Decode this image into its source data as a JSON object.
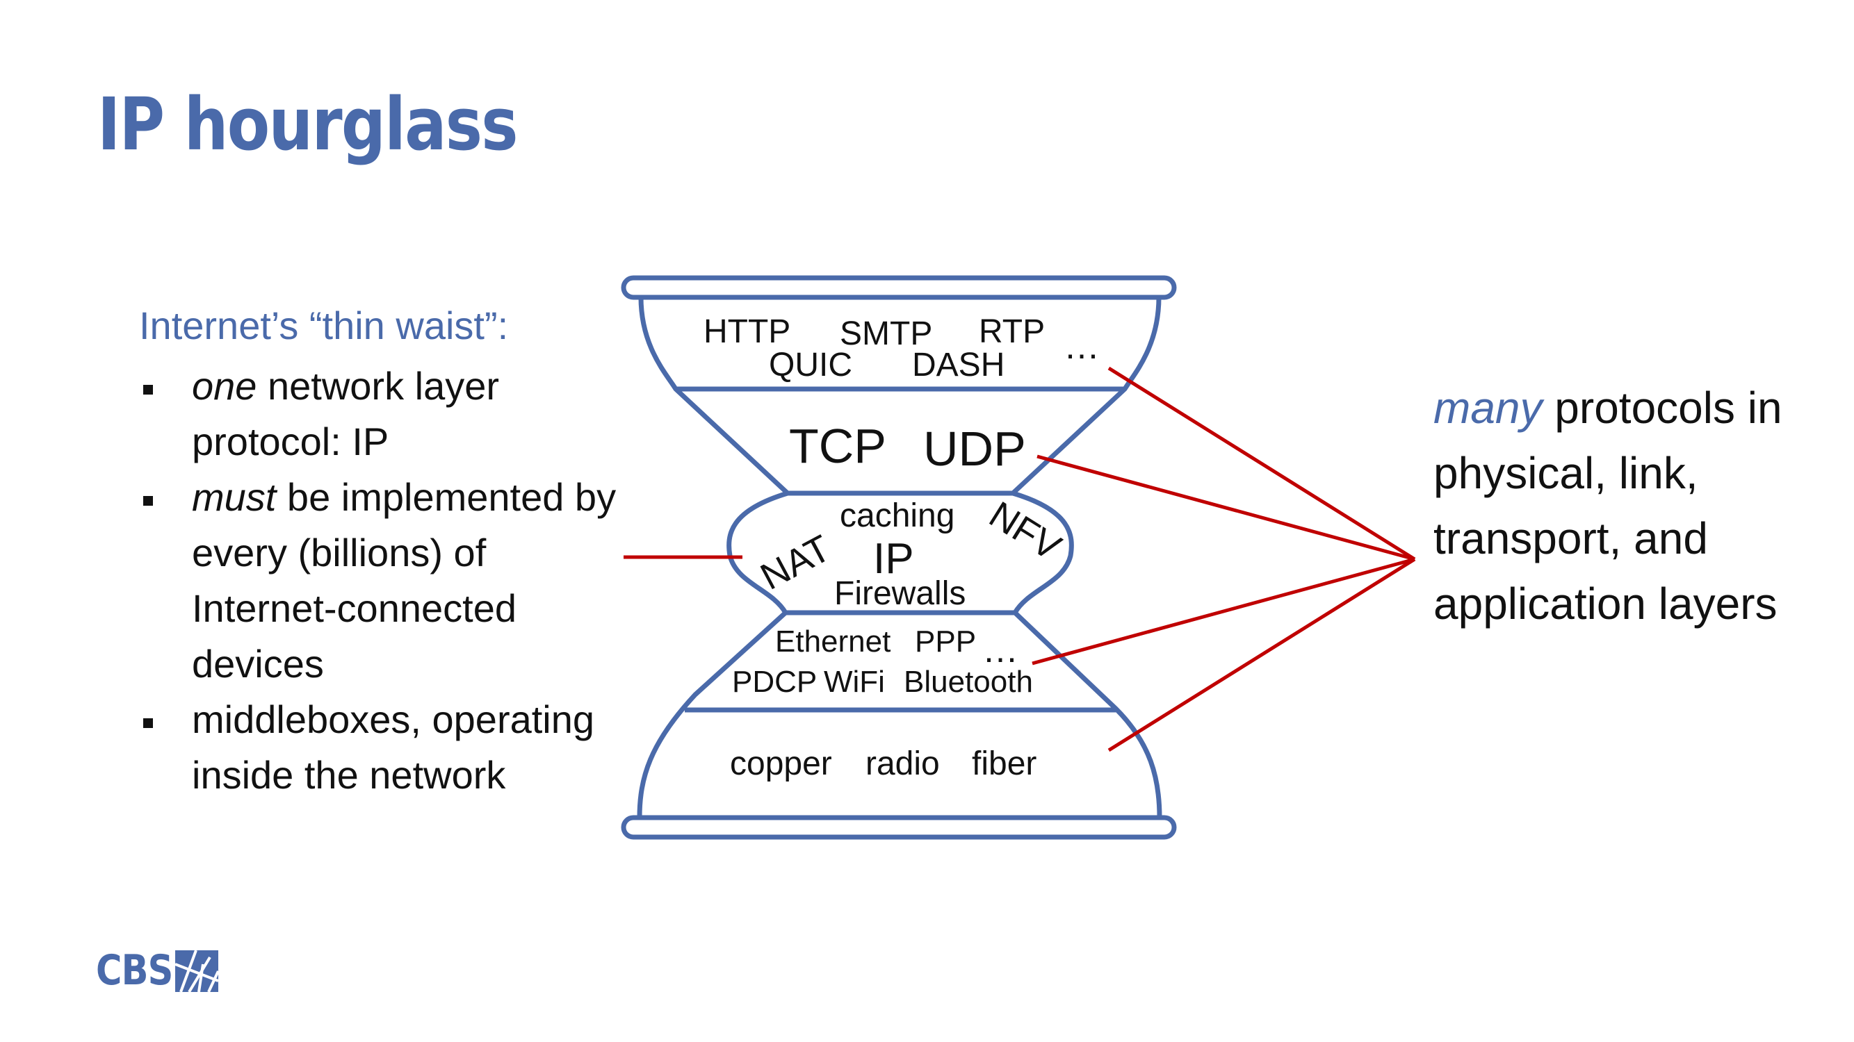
{
  "title": "IP hourglass",
  "left_panel": {
    "intro": "Internet’s “thin waist”:",
    "bullets": [
      {
        "em": "one",
        "rest": " network layer protocol: IP"
      },
      {
        "em": "must",
        "rest": " be implemented by every (billions) of Internet-connected devices"
      },
      {
        "em": "",
        "rest": "middleboxes, operating inside the network"
      }
    ]
  },
  "hourglass": {
    "application": [
      "HTTP",
      "SMTP",
      "RTP",
      "QUIC",
      "DASH",
      "…"
    ],
    "transport": [
      "TCP",
      "UDP"
    ],
    "network": {
      "center": "IP",
      "middleboxes": [
        "NAT",
        "caching",
        "NFV",
        "Firewalls"
      ]
    },
    "link": [
      "Ethernet",
      "PPP",
      "…",
      "PDCP",
      "WiFi",
      "Bluetooth"
    ],
    "physical": [
      "copper",
      "radio",
      "fiber"
    ]
  },
  "right_panel": {
    "em": "many",
    "rest": " protocols in physical, link, transport, and application layers"
  },
  "logo": "CBS",
  "colors": {
    "accent_blue": "#4a6aaa",
    "pointer_red": "#c00000",
    "text": "#111111"
  }
}
